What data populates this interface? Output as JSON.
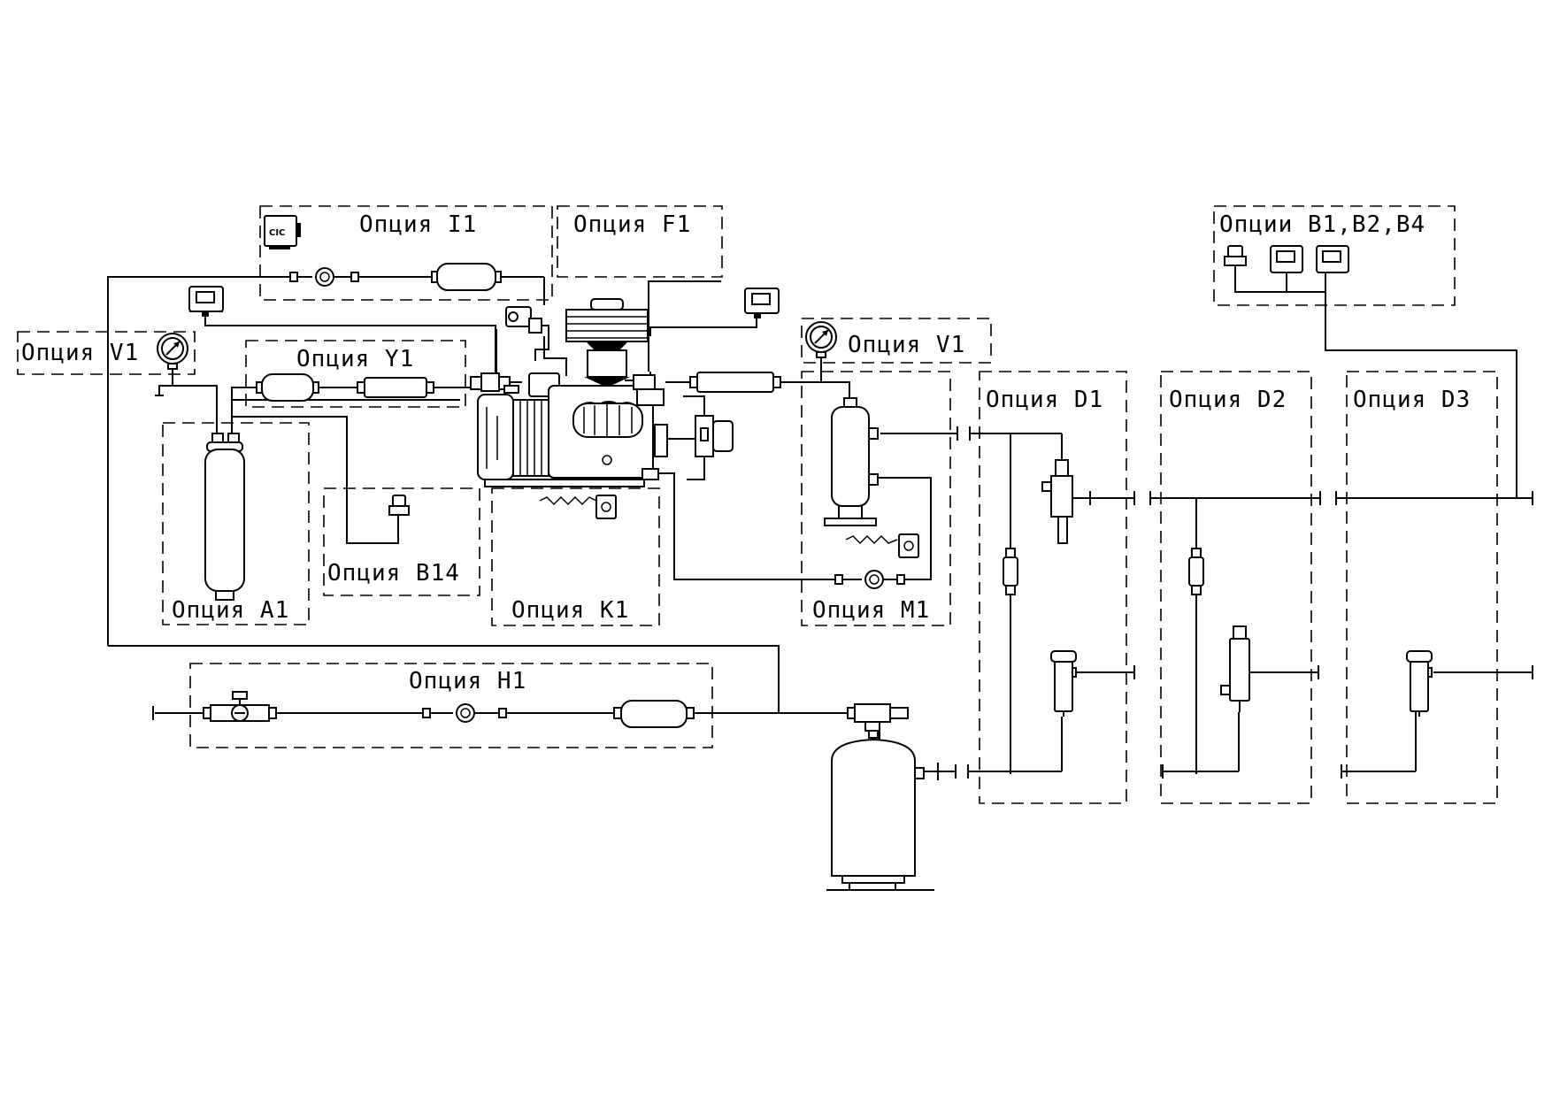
{
  "options": {
    "I1": "Опция  I1",
    "F1": "Опция  F1",
    "V1_left": "Опция  V1",
    "V1_right": "Опция  V1",
    "Y1": "Опция  Y1",
    "B14": "Опция  B14",
    "A1": "Опция  A1",
    "K1": "Опция  K1",
    "M1": "Опция  M1",
    "H1": "Опция  H1",
    "D1": "Опция  D1",
    "D2": "Опция  D2",
    "D3": "Опция  D3",
    "B_group": "Опции  B1,B2,B4"
  },
  "device_text": {
    "cic": "CIC"
  }
}
